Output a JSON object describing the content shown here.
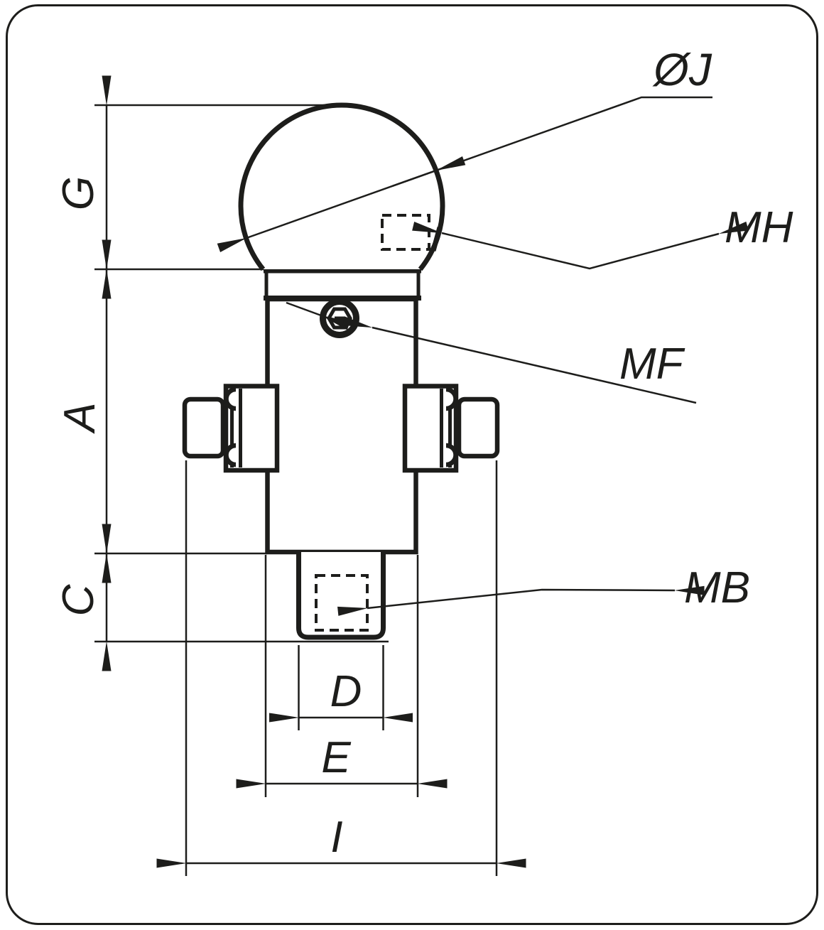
{
  "drawing": {
    "type": "engineering-dimension-drawing",
    "part": "ball stud with side clamping elements and threaded mounting stud",
    "labels": {
      "ball_diameter": "ØJ",
      "ball_top_thread": "MH",
      "side_set_screw_thread": "MF",
      "bottom_stud_thread": "MB",
      "height_ball": "G",
      "height_body": "A",
      "height_stud": "C",
      "width_stud": "D",
      "width_body": "E",
      "width_overall": "I"
    },
    "colors": {
      "line": "#1d1d1b",
      "background": "#ffffff"
    }
  }
}
